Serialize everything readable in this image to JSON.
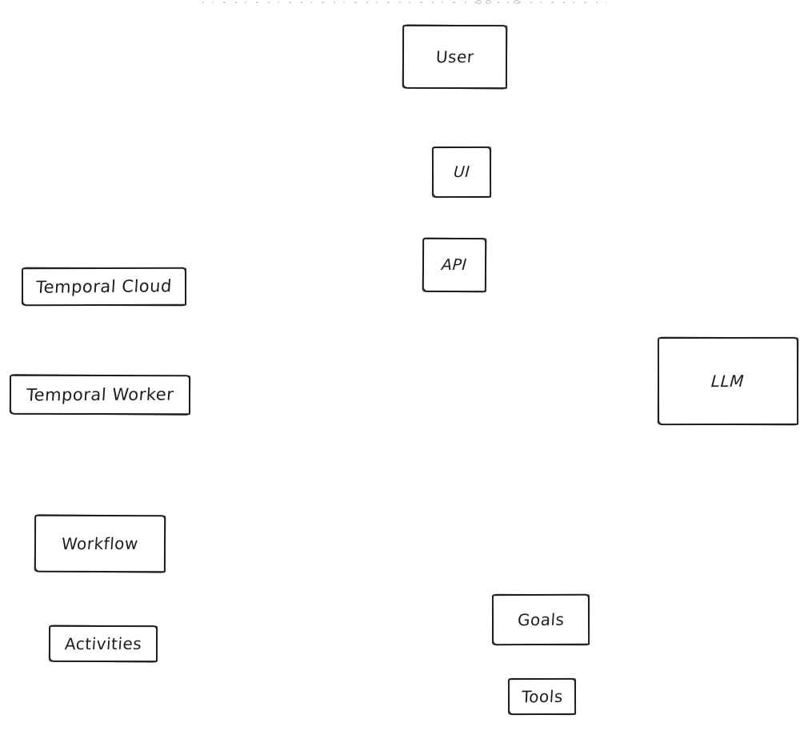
{
  "diagram": {
    "type": "architecture-sketch",
    "style": "hand-drawn whiteboard (Excalidraw-like)",
    "nodes": [
      {
        "id": "user",
        "label": "User"
      },
      {
        "id": "ui",
        "label": "UI"
      },
      {
        "id": "api",
        "label": "API"
      },
      {
        "id": "temporal-cloud",
        "label": "Temporal Cloud"
      },
      {
        "id": "temporal-worker",
        "label": "Temporal Worker"
      },
      {
        "id": "llm",
        "label": "LLM"
      },
      {
        "id": "workflow",
        "label": "Workflow"
      },
      {
        "id": "goals",
        "label": "Goals"
      },
      {
        "id": "activities",
        "label": "Activities"
      },
      {
        "id": "tools",
        "label": "Tools"
      }
    ],
    "connectors": [],
    "colors": {
      "stroke": "#1e1e1e",
      "fill": "#ffffff",
      "canvas_background": "#ffffff",
      "clipped_text_gray": "#c9c9cf"
    }
  }
}
